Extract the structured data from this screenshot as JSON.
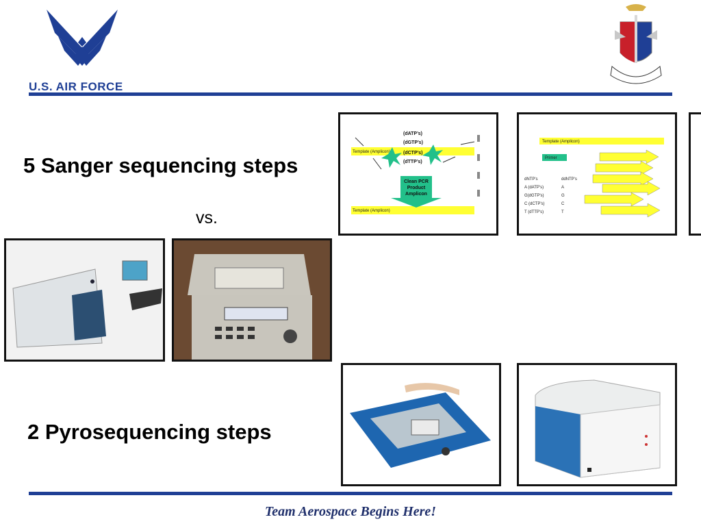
{
  "header": {
    "logo_text": "U.S. AIR FORCE",
    "colors": {
      "brand_blue": "#1f3f95",
      "rule_blue": "#1f3f95"
    }
  },
  "content": {
    "sanger_heading": "5  Sanger sequencing steps",
    "vs_label": "vs.",
    "pyro_heading": "2  Pyrosequencing steps"
  },
  "diagram1": {
    "template_label": "Template (Amplicon)",
    "dntps": [
      "(dATP’s)",
      "(dGTP’s)",
      "(dCTP’s)",
      "(dTTP’s)"
    ],
    "product_label_1": "Clean PCR",
    "product_label_2": "Product",
    "product_label_3": "Amplicon",
    "template_label_bottom": "Template (Amplicon)"
  },
  "diagram2": {
    "template_label": "Template (Amplicon)",
    "primer_label": "Primer",
    "col1_header": "dNTP’s",
    "col2_header": "ddNTP’s",
    "rows": [
      "A (dATP’s)",
      "G(dGTP’s)",
      "C (dCTP’s)",
      "T (dTTP’s)"
    ],
    "ddntp_rows": [
      "A",
      "G",
      "C",
      "T"
    ]
  },
  "footer": {
    "text": "Team Aerospace Begins Here!"
  }
}
